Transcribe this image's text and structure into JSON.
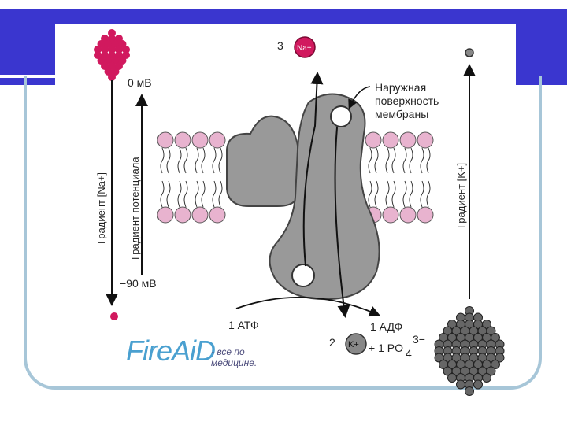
{
  "logo": {
    "word": "FireAiD",
    "tagline": "- все по медицине."
  },
  "labels": {
    "na_count": "3",
    "na_ion": "Na+",
    "outer_surface": [
      "Наружная",
      "поверхность",
      "мембраны"
    ],
    "zero_mv": "0 мВ",
    "minus90_mv": "−90 мВ",
    "grad_na": "Градиент [Na+]",
    "grad_potential": "Градиент потенциала",
    "grad_k": "Градиент [K+]",
    "atp": "1 АТФ",
    "adp": "1 АДФ",
    "k_count": "2",
    "k_ion": "K+",
    "po4": "+ 1 PO",
    "po4_sub": "4",
    "po4_sup": "3−"
  },
  "colors": {
    "banner": "#3a36cf",
    "frame": "#a7c6d8",
    "na_ion": "#d1195e",
    "lipid_head": "#e8b3cf",
    "protein": "#999999",
    "k_ion": "#555555"
  }
}
